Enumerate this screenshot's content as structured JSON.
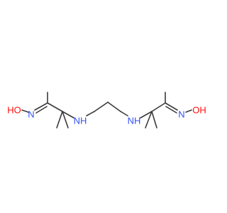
{
  "molecule": {
    "atoms": [
      {
        "id": "o1",
        "label": "HO",
        "color": "#ff0d0d"
      },
      {
        "id": "n1",
        "label": "N",
        "color": "#3050f8"
      },
      {
        "id": "nh1",
        "label": "NH",
        "color": "#3050f8"
      },
      {
        "id": "nh2",
        "label": "NH",
        "color": "#3050f8"
      },
      {
        "id": "n2",
        "label": "N",
        "color": "#3050f8"
      },
      {
        "id": "o2",
        "label": "OH",
        "color": "#ff0d0d"
      }
    ],
    "colors": {
      "bond": "#3a3a3a",
      "oxygen": "#ff0d0d",
      "nitrogen": "#3050f8"
    }
  }
}
